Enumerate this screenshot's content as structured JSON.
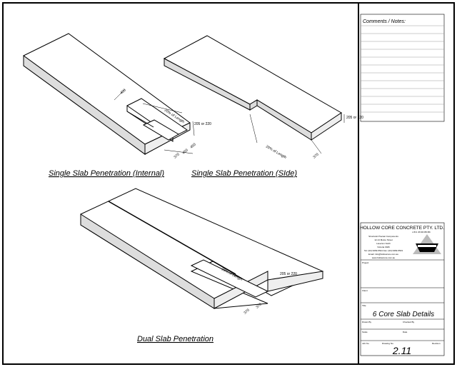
{
  "views": [
    {
      "caption": "Single Slab Penetration (Internal)",
      "dims": [
        "400",
        "20% of Length",
        "205 or 220",
        "370",
        "450",
        "450"
      ]
    },
    {
      "caption": "Single Slab Penetration (SIde)",
      "dims": [
        "205 or 220",
        "20% of Length",
        "370"
      ]
    },
    {
      "caption": "Dual Slab Penetration",
      "dims": [
        "20% of Length",
        "205 or 220",
        "370",
        "370"
      ]
    }
  ],
  "notes": {
    "title": "Comments / Notes:"
  },
  "title_block": {
    "company": "HOLLOW CORE CONCRETE PTY. LTD.",
    "abn": "A.B.N. 38 006 085 686",
    "address": [
      "Structural Precast Components",
      "12-14 Moloo Street",
      "Laverton North",
      "Victoria 3026",
      "Tel: (03) 9369-5544 Fax: (03) 9369-5533",
      "Email: info@hollowcore.com.au",
      "www.hollowcore.com.au"
    ],
    "labels": {
      "project": "Project",
      "client": "Client",
      "title": "Title",
      "drawn_by": "Drawn By",
      "checked_by": "Checked By",
      "scale": "Scale",
      "date": "Date",
      "job_no": "Job No.",
      "drawing_no": "Drawing No.",
      "revision": "Revision"
    },
    "title_value": "6 Core Slab Details",
    "drawing_no_value": "2.11"
  }
}
